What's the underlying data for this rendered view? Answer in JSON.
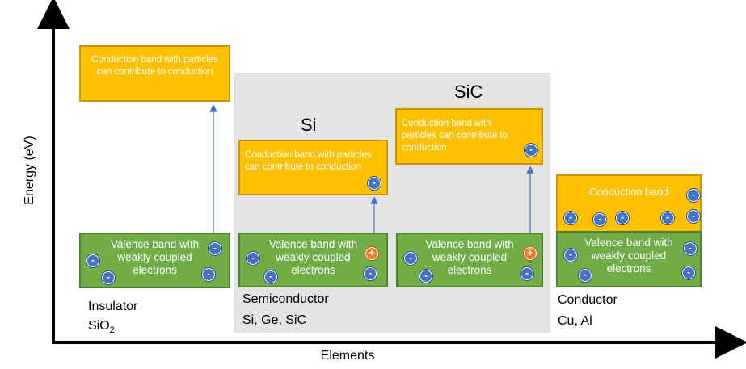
{
  "axes": {
    "ylabel": "Energy (eV)",
    "xlabel": "Elements"
  },
  "colors": {
    "conduction_band": "#ffc000",
    "valence_band": "#70ad47",
    "electron": "#4472c4",
    "hole": "#ed7d31",
    "panel": "#e4e4e4",
    "arrow": "#4472c4"
  },
  "symbols": {
    "electron": "-",
    "hole": "+"
  },
  "insulator": {
    "conduction": "Conduction band with particles can contribute to conduction",
    "valence": "Valence band with weakly coupled electrons",
    "name": "Insulator",
    "formula_base": "SiO",
    "formula_sub": "2"
  },
  "semiconductor": {
    "si_title": "Si",
    "sic_title": "SiC",
    "si_conduction": "Conduction band with particles can contribute to conduction",
    "si_valence": "Valence band with weakly coupled electrons",
    "sic_conduction": "Conduction band with particles can contribute to conduction",
    "sic_valence": "Valence band with weakly coupled electrons",
    "name": "Semiconductor",
    "materials": "Si, Ge, SiC"
  },
  "conductor": {
    "conduction": "Conduction band",
    "valence": "Valence band with weakly coupled electrons",
    "name": "Conductor",
    "materials": "Cu, Al"
  }
}
